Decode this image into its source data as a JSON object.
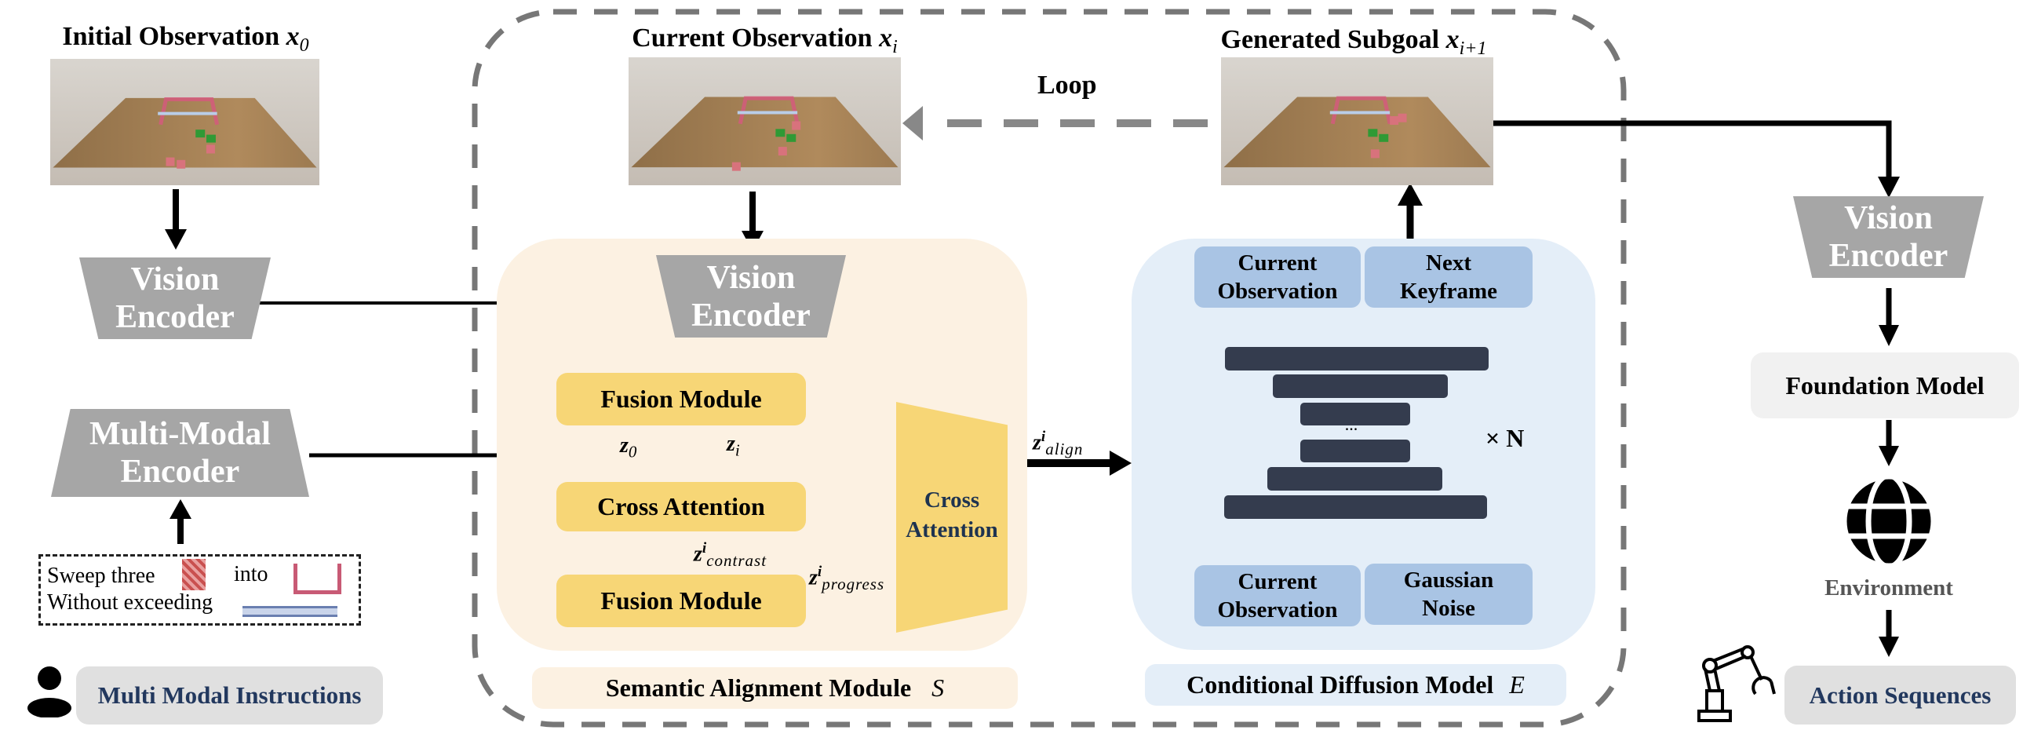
{
  "titles": {
    "initial": {
      "text": "Initial Observation",
      "var": "x",
      "sub": "0"
    },
    "current": {
      "text": "Current Observation",
      "var": "x",
      "sub": "i"
    },
    "subgoal": {
      "text": "Generated Subgoal",
      "var": "x",
      "sub": "i+1"
    }
  },
  "loop_label": "Loop",
  "encoders": {
    "vision_left": {
      "line1": "Vision",
      "line2": "Encoder"
    },
    "vision_mid": {
      "line1": "Vision",
      "line2": "Encoder"
    },
    "vision_right": {
      "line1": "Vision",
      "line2": "Encoder"
    },
    "multimodal": {
      "line1": "Multi-Modal",
      "line2": "Encoder"
    }
  },
  "instruction": {
    "part1": "Sweep three",
    "part2": "into",
    "part3": "Without exceeding"
  },
  "multi_modal_instructions": "Multi Modal Instructions",
  "semantic_alignment": {
    "fusion_top": "Fusion Module",
    "cross_attention": "Cross Attention",
    "fusion_bottom": "Fusion Module",
    "cross_attention_big": {
      "line1": "Cross",
      "line2": "Attention"
    },
    "label": "Semantic Alignment Module",
    "symbol": "S"
  },
  "latents": {
    "z0": {
      "var": "z",
      "sub": "0"
    },
    "zi": {
      "var": "z",
      "sub": "i"
    },
    "contrast": {
      "var": "z",
      "sup": "i",
      "sub": "contrast"
    },
    "progress": {
      "var": "z",
      "sup": "i",
      "sub": "progress"
    },
    "align": {
      "var": "z",
      "sup": "i",
      "sub": "align"
    }
  },
  "diffusion": {
    "top_left": {
      "line1": "Current",
      "line2": "Observation"
    },
    "top_right": {
      "line1": "Next",
      "line2": "Keyframe"
    },
    "bottom_left": {
      "line1": "Current",
      "line2": "Observation"
    },
    "bottom_right": {
      "line1": "Gaussian",
      "line2": "Noise"
    },
    "ellipsis": "...",
    "repeat": "× N",
    "label": "Conditional Diffusion Model",
    "symbol": "E"
  },
  "right": {
    "foundation": "Foundation Model",
    "environment": "Environment",
    "action": "Action Sequences"
  },
  "colors": {
    "yellow": "#F7D676",
    "sam_panel": "#FCF1E2",
    "cdm_panel": "#E4EEF8",
    "blue_box": "#A9C4E4",
    "bar": "#343C4E",
    "encoder": "#A6A6A6",
    "dashed": "#777777",
    "label_text": "#22385E"
  }
}
